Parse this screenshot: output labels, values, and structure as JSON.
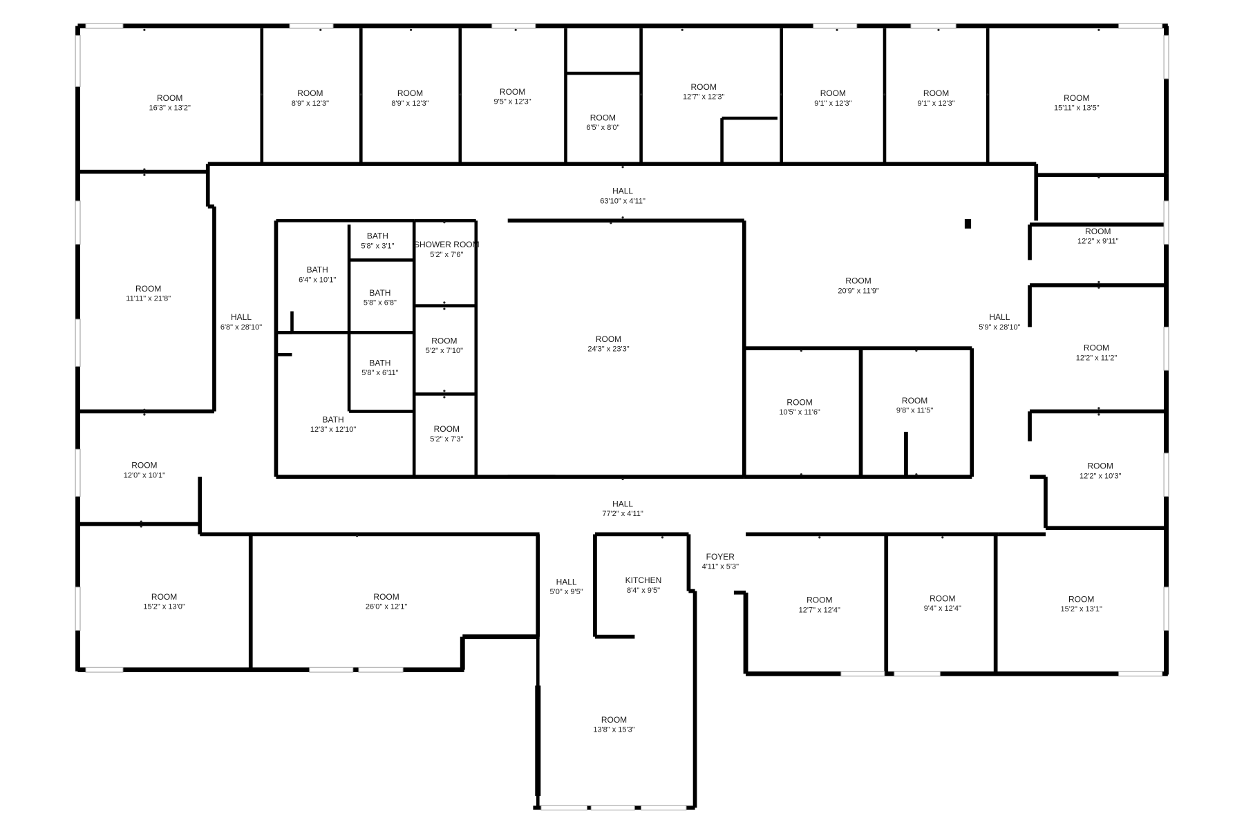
{
  "rooms": [
    {
      "id": "r1",
      "name": "ROOM",
      "dims": "16'3\" x 13'2\""
    },
    {
      "id": "r2",
      "name": "ROOM",
      "dims": "8'9\" x 12'3\""
    },
    {
      "id": "r3",
      "name": "ROOM",
      "dims": "8'9\" x 12'3\""
    },
    {
      "id": "r4",
      "name": "ROOM",
      "dims": "9'5\" x 12'3\""
    },
    {
      "id": "r5",
      "name": "ROOM",
      "dims": "6'5\" x 8'0\""
    },
    {
      "id": "r6",
      "name": "ROOM",
      "dims": "12'7\" x 12'3\""
    },
    {
      "id": "r7",
      "name": "ROOM",
      "dims": "9'1\" x 12'3\""
    },
    {
      "id": "r8",
      "name": "ROOM",
      "dims": "9'1\" x 12'3\""
    },
    {
      "id": "r9",
      "name": "ROOM",
      "dims": "15'11\" x 13'5\""
    },
    {
      "id": "hall1",
      "name": "HALL",
      "dims": "63'10\" x 4'11\""
    },
    {
      "id": "r10",
      "name": "ROOM",
      "dims": "12'2\" x 9'11\""
    },
    {
      "id": "r11",
      "name": "ROOM",
      "dims": "11'11\" x 21'8\""
    },
    {
      "id": "hall2",
      "name": "HALL",
      "dims": "6'8\" x 28'10\""
    },
    {
      "id": "bath1",
      "name": "BATH",
      "dims": "5'8\" x 3'1\""
    },
    {
      "id": "shower",
      "name": "SHOWER ROOM",
      "dims": "5'2\" x 7'6\""
    },
    {
      "id": "bath2",
      "name": "BATH",
      "dims": "6'4\" x 10'1\""
    },
    {
      "id": "bath3",
      "name": "BATH",
      "dims": "5'8\" x 6'8\""
    },
    {
      "id": "r12",
      "name": "ROOM",
      "dims": "20'9\" x 11'9\""
    },
    {
      "id": "hall3",
      "name": "HALL",
      "dims": "5'9\" x 28'10\""
    },
    {
      "id": "r13",
      "name": "ROOM",
      "dims": "5'2\" x 7'10\""
    },
    {
      "id": "r14",
      "name": "ROOM",
      "dims": "24'3\" x 23'3\""
    },
    {
      "id": "r15",
      "name": "ROOM",
      "dims": "12'2\" x 11'2\""
    },
    {
      "id": "bath4",
      "name": "BATH",
      "dims": "5'8\" x 6'11\""
    },
    {
      "id": "r16",
      "name": "ROOM",
      "dims": "10'5\" x 11'6\""
    },
    {
      "id": "r17",
      "name": "ROOM",
      "dims": "9'8\" x 11'5\""
    },
    {
      "id": "bath5",
      "name": "BATH",
      "dims": "12'3\" x 12'10\""
    },
    {
      "id": "r18",
      "name": "ROOM",
      "dims": "5'2\" x 7'3\""
    },
    {
      "id": "r19",
      "name": "ROOM",
      "dims": "12'0\" x 10'1\""
    },
    {
      "id": "r20",
      "name": "ROOM",
      "dims": "12'2\" x 10'3\""
    },
    {
      "id": "hall4",
      "name": "HALL",
      "dims": "77'2\" x 4'11\""
    },
    {
      "id": "foyer",
      "name": "FOYER",
      "dims": "4'11\" x 5'3\""
    },
    {
      "id": "hall5",
      "name": "HALL",
      "dims": "5'0\" x 9'5\""
    },
    {
      "id": "kitchen",
      "name": "KITCHEN",
      "dims": "8'4\" x 9'5\""
    },
    {
      "id": "r21",
      "name": "ROOM",
      "dims": "15'2\" x 13'0\""
    },
    {
      "id": "r22",
      "name": "ROOM",
      "dims": "26'0\" x 12'1\""
    },
    {
      "id": "r23",
      "name": "ROOM",
      "dims": "12'7\" x 12'4\""
    },
    {
      "id": "r24",
      "name": "ROOM",
      "dims": "9'4\" x 12'4\""
    },
    {
      "id": "r25",
      "name": "ROOM",
      "dims": "15'2\" x 13'1\""
    },
    {
      "id": "r26",
      "name": "ROOM",
      "dims": "13'8\" x 15'3\""
    }
  ]
}
